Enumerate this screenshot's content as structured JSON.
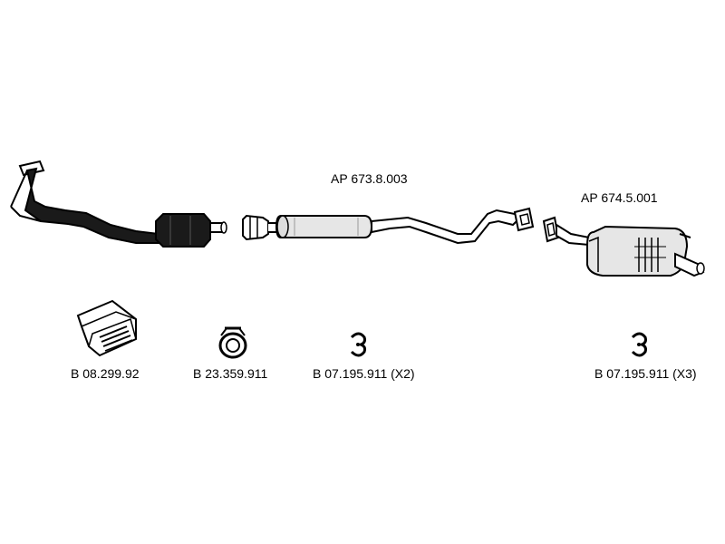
{
  "parts": {
    "front_pipe_label": "",
    "middle_silencer_label": "AP 673.8.003",
    "rear_silencer_label": "AP 674.5.001"
  },
  "accessories": [
    {
      "label": "B 08.299.92",
      "icon": "mounting-kit-box-icon"
    },
    {
      "label": "B 23.359.911",
      "icon": "pipe-clamp-icon"
    },
    {
      "label": "B 07.195.911 (X2)",
      "icon": "rubber-ring-icon"
    },
    {
      "label": "B 07.195.911 (X3)",
      "icon": "rubber-ring-icon"
    }
  ],
  "colors": {
    "line": "#000000",
    "fill_dark": "#1a1a1a",
    "fill_light": "#e6e6e6",
    "background": "#ffffff"
  }
}
